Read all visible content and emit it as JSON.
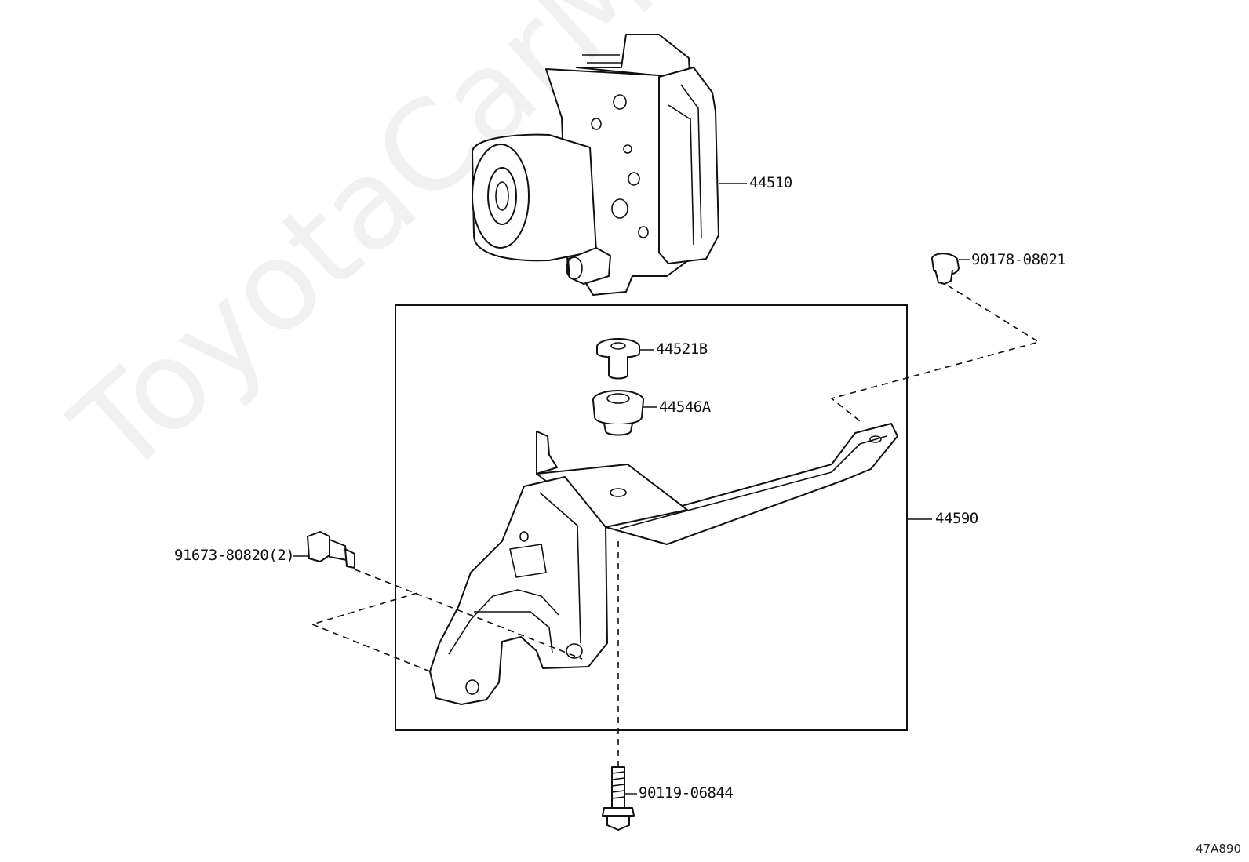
{
  "parts": {
    "abs_actuator": "44510",
    "clip": "90178-08021",
    "collar": "44521B",
    "cushion": "44546A",
    "bracket": "44590",
    "bolt_side": "91673-80820(2)",
    "bolt_bottom": "90119-06844"
  },
  "watermark": "ToyotaCarMine.ru",
  "illustration_code": "47A890"
}
